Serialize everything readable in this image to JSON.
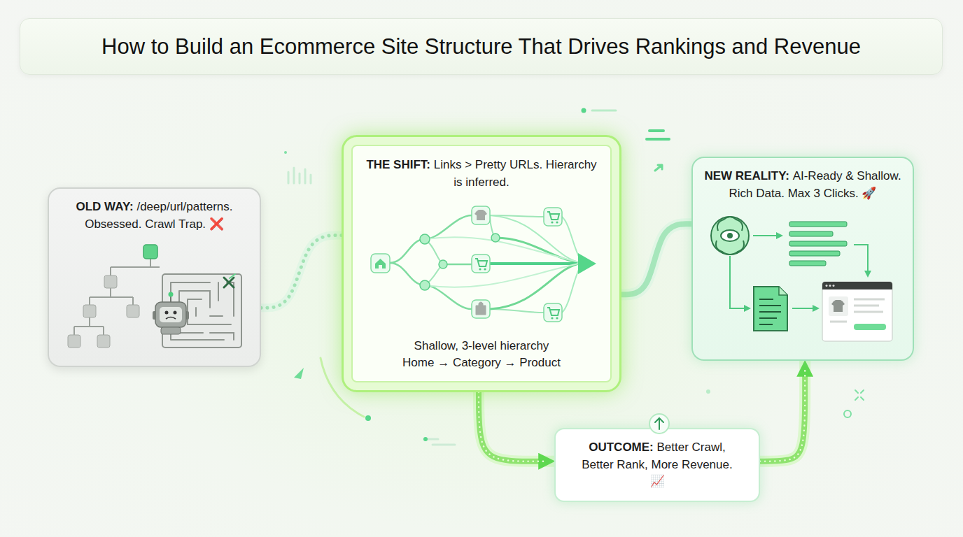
{
  "diagram": {
    "title": "How to Build an Ecommerce Site Structure That Drives Rankings and Revenue",
    "nodes": [
      {
        "text": [
          "OLD WAY:",
          "/deep/url/patterns. Obsessed. Crawl Trap. ❌"
        ]
      },
      {
        "text": [
          "THE SHIFT:",
          "Links > Pretty URLs. Hierarchy is inferred.",
          "Shallow, 3-level hierarchy",
          "Home → Category → Product"
        ]
      },
      {
        "text": [
          "NEW REALITY:",
          "AI-Ready & Shallow. Rich Data. Max 3 Clicks. 🚀"
        ]
      },
      {
        "text": [
          "OUTCOME:",
          "Better Crawl, Better Rank, More Revenue. 📈"
        ]
      }
    ],
    "edges": [
      {
        "from": 0,
        "to": 1,
        "arrow": "none"
      },
      {
        "from": 1,
        "to": 2,
        "arrow": "none"
      },
      {
        "from": 1,
        "to": 3,
        "arrow": "to"
      },
      {
        "from": 3,
        "to": 2,
        "arrow": "to"
      }
    ]
  }
}
